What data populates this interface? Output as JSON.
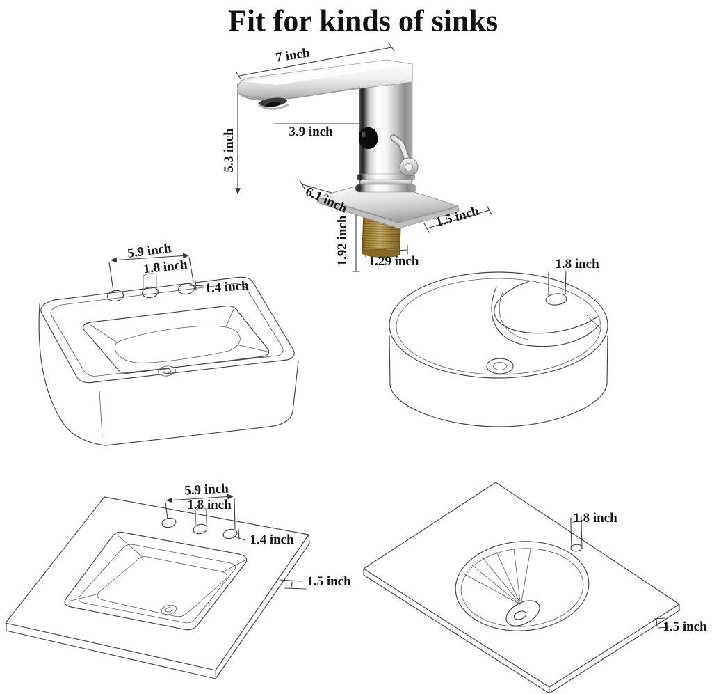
{
  "title": "Fit for kinds of sinks",
  "colors": {
    "background": "#ffffff",
    "line_art": "#434343",
    "text": "#151515",
    "chrome_light": "#ffffff",
    "chrome_dark": "#5a5a5a",
    "brass_thread": "#b5923f",
    "sensor_window": "#0d0d0d"
  },
  "faucet_dimensions": {
    "spout_reach": "7 inch",
    "spout_height": "3.9 inch",
    "overall_height": "5.3 inch",
    "deck_plate_length": "6.1 inch",
    "deck_plate_width": "1.5 inch",
    "shank_length": "1.92 inch",
    "shank_diameter": "1.29 inch"
  },
  "sink_rect_vessel": {
    "hole_spacing": "5.9 inch",
    "middle_hole_width": "1.8 inch",
    "hole_diameter": "1.4 inch"
  },
  "sink_round_vessel": {
    "hole_diameter": "1.8 inch"
  },
  "sink_rect_vanity_top": {
    "hole_spacing": "5.9 inch",
    "middle_hole_width": "1.8 inch",
    "hole_diameter": "1.4 inch",
    "countertop_thickness": "1.5 inch"
  },
  "sink_oval_vanity_top": {
    "hole_diameter": "1.8 inch",
    "countertop_thickness": "1.5 inch"
  }
}
